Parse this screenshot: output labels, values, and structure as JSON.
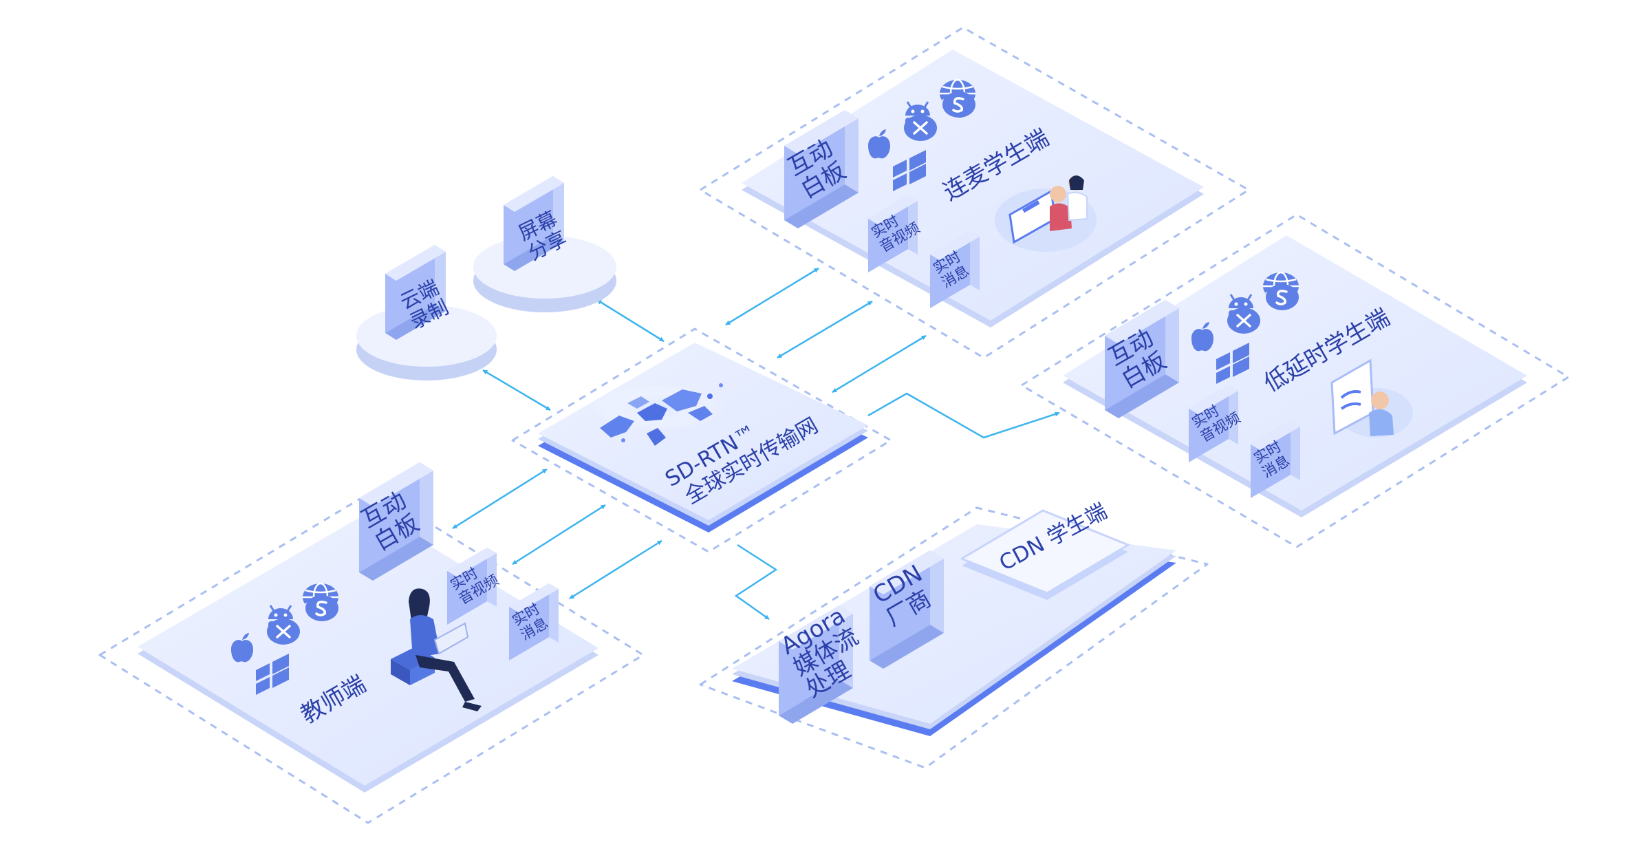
{
  "colors": {
    "panel_top": "#e7edff",
    "panel_edge": "#c3cff8",
    "panel_accent": "#5a7cf0",
    "dashed_border": "#a9bff2",
    "block_front": "#a6b9f7",
    "block_side": "#bccbfa",
    "block_top": "#dbe4ff",
    "label": "#2a3fa8",
    "connector": "#3db4ef",
    "icon": "#5d7fe6"
  },
  "hub": {
    "line1": "SD-RTN™",
    "line2": "全球实时传输网"
  },
  "services": {
    "recording": {
      "line1": "云端",
      "line2": "录制"
    },
    "screen_share": {
      "line1": "屏幕",
      "line2": "分享"
    }
  },
  "modules": {
    "whiteboard": {
      "line1": "互动",
      "line2": "白板"
    },
    "av": {
      "line1": "实时",
      "line2": "音视频"
    },
    "msg": {
      "line1": "实时",
      "line2": "消息"
    }
  },
  "groups": {
    "teacher": {
      "title": "教师端"
    },
    "co_host": {
      "title": "连麦学生端"
    },
    "low_latency": {
      "title": "低延时学生端"
    }
  },
  "cdn_group": {
    "agora": {
      "line1": "Agora",
      "line2": "媒体流",
      "line3": "处理"
    },
    "vendor": {
      "line1": "CDN",
      "line2": "厂商"
    },
    "student": {
      "label": "CDN 学生端"
    }
  },
  "platform_icons": [
    "apple-icon",
    "android-icon",
    "web-globe-icon",
    "windows-icon",
    "macos-icon",
    "electron-icon"
  ]
}
